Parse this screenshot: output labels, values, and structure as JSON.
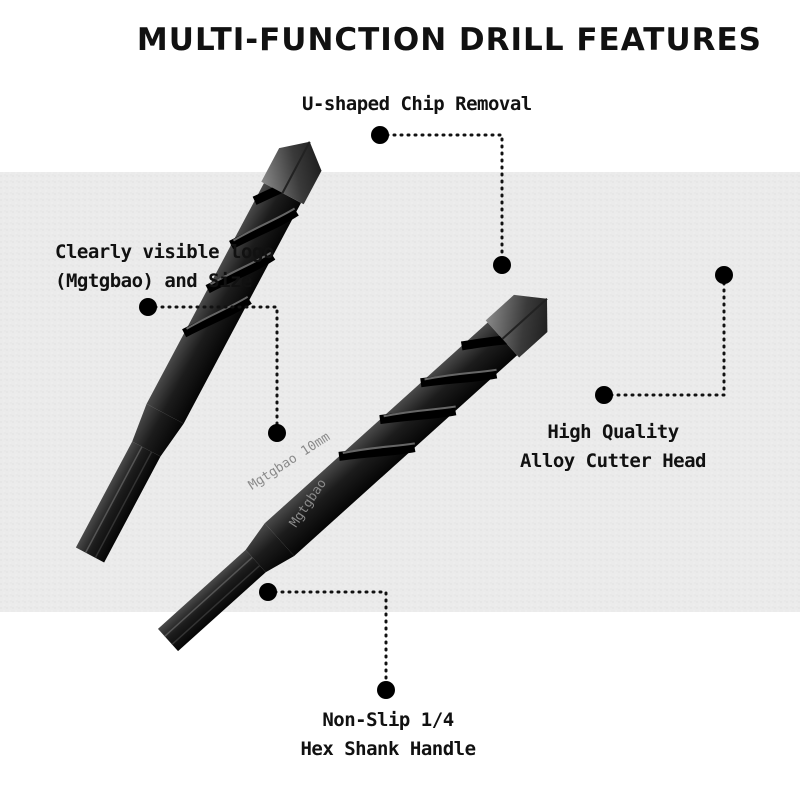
{
  "title": "MULTI-FUNCTION DRILL FEATURES",
  "callouts": {
    "chip_removal": "U-shaped Chip Removal",
    "logo_size": [
      "Clearly visible logo",
      "(Mgtgbao) and Size"
    ],
    "cutter_head": [
      "High Quality",
      "Alloy Cutter Head"
    ],
    "hex_shank": [
      "Non-Slip 1/4",
      "Hex Shank Handle"
    ]
  },
  "engravings": {
    "bit_one": "Mgtgbao 10mm",
    "bit_two": "Mgtgbao"
  },
  "colors": {
    "background_band": "#e9e9e9",
    "drill_body": "#1a1a1a",
    "text": "#111111",
    "dot": "#000000"
  }
}
